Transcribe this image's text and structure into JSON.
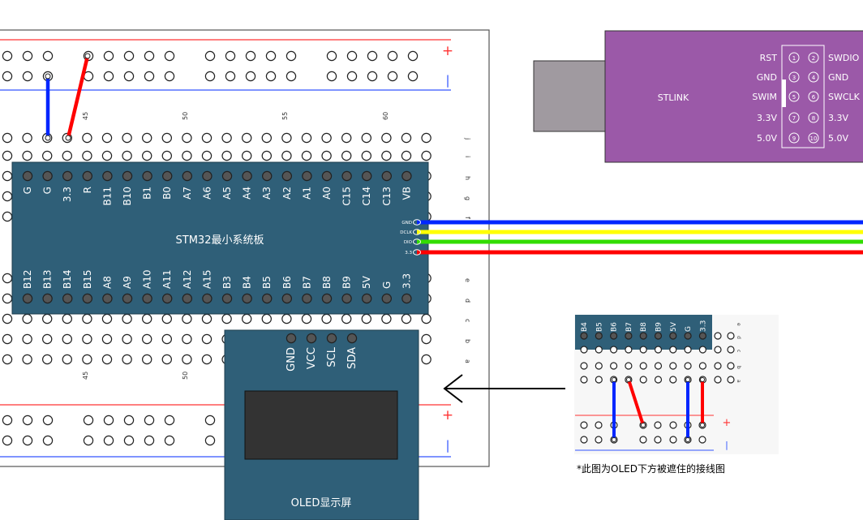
{
  "breadboard": {
    "rail_plus": "+",
    "rail_minus": "|",
    "col_numbers": [
      "45",
      "50",
      "55",
      "60"
    ],
    "bottom_col_numbers": [
      "45",
      "50"
    ],
    "row_letters_top": [
      "j",
      "i",
      "h",
      "g",
      "f"
    ],
    "row_letters_bottom": [
      "e",
      "d",
      "c",
      "b",
      "a"
    ]
  },
  "mcu": {
    "title": "STM32最小系统板",
    "top_pins": [
      "G",
      "G",
      "3.3",
      "R",
      "B11",
      "B10",
      "B1",
      "B0",
      "A7",
      "A6",
      "A5",
      "A4",
      "A3",
      "A2",
      "A1",
      "A0",
      "C15",
      "C14",
      "C13",
      "VB"
    ],
    "bottom_pins": [
      "B12",
      "B13",
      "B14",
      "B15",
      "A8",
      "A9",
      "A10",
      "A11",
      "A12",
      "A15",
      "B3",
      "B4",
      "B5",
      "B6",
      "B7",
      "B8",
      "B9",
      "5V",
      "G",
      "3.3"
    ],
    "swd_pins": [
      "GND",
      "DCLK",
      "DIO",
      "3.3"
    ]
  },
  "stlink": {
    "label": "STLINK",
    "left_labels": [
      "RST",
      "GND",
      "SWIM",
      "3.3V",
      "5.0V"
    ],
    "right_labels": [
      "SWDIO",
      "GND",
      "SWCLK",
      "3.3V",
      "5.0V"
    ],
    "odd_numbers": [
      "1",
      "3",
      "5",
      "7",
      "9"
    ],
    "even_numbers": [
      "2",
      "4",
      "6",
      "8",
      "10"
    ]
  },
  "oled": {
    "pins": [
      "GND",
      "VCC",
      "SCL",
      "SDA"
    ],
    "label": "OLED显示屏"
  },
  "inset": {
    "pins": [
      "B4",
      "B5",
      "B6",
      "B7",
      "B8",
      "B9",
      "5V",
      "G",
      "3.3"
    ],
    "caption": "*此图为OLED下方被遮住的接线图",
    "rail_plus": "+",
    "rail_minus": "|",
    "row_letters": [
      "e",
      "d",
      "c",
      "b",
      "a"
    ]
  },
  "colors": {
    "board": "#ffffff",
    "board_border": "#555555",
    "mcu_body": "#2f5f78",
    "oled_body": "#2f5f78",
    "stlink_body": "#9b59a8",
    "usb_plug": "#a09aa0",
    "wire_blue": "#0026ff",
    "wire_red": "#ff0000",
    "wire_yellow": "#ffff00",
    "wire_green": "#33dd00",
    "rail_red": "#ff3333",
    "rail_blue": "#3355ff"
  }
}
